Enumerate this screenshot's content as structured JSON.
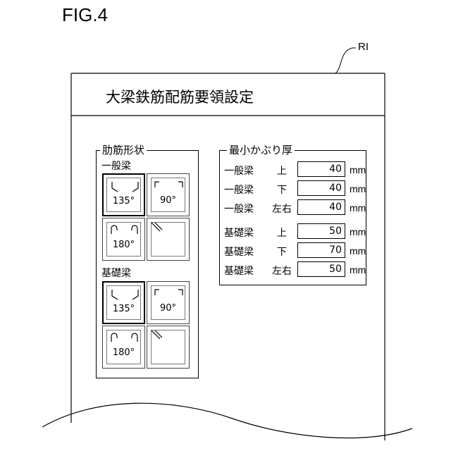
{
  "figure_label": "FIG.4",
  "reference_label": "RI",
  "window": {
    "title": "大梁鉄筋配筋要領設定"
  },
  "stirrup_shape": {
    "legend": "肋筋形状",
    "groups": [
      {
        "label": "一般梁",
        "buttons": [
          {
            "angle": "135°",
            "selected": true
          },
          {
            "angle": "90°",
            "selected": false
          },
          {
            "angle": "180°",
            "selected": false
          },
          {
            "angle": "",
            "selected": false
          }
        ]
      },
      {
        "label": "基礎梁",
        "buttons": [
          {
            "angle": "135°",
            "selected": true
          },
          {
            "angle": "90°",
            "selected": false
          },
          {
            "angle": "180°",
            "selected": false
          },
          {
            "angle": "",
            "selected": false
          }
        ]
      }
    ]
  },
  "min_cover": {
    "legend": "最小かぶり厚",
    "unit": "mm",
    "rows": [
      {
        "member": "一般梁",
        "side": "上",
        "value": "40"
      },
      {
        "member": "一般梁",
        "side": "下",
        "value": "40"
      },
      {
        "member": "一般梁",
        "side": "左右",
        "value": "40"
      },
      {
        "member": "基礎梁",
        "side": "上",
        "value": "50"
      },
      {
        "member": "基礎梁",
        "side": "下",
        "value": "70"
      },
      {
        "member": "基礎梁",
        "side": "左右",
        "value": "50"
      }
    ]
  }
}
